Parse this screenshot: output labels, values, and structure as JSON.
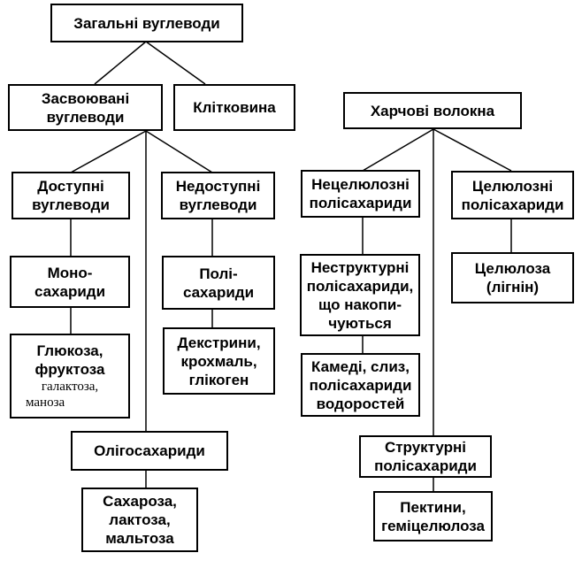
{
  "diagram": {
    "nodes": {
      "total": {
        "lines": [
          "Загальні вуглеводи"
        ]
      },
      "digestible": {
        "lines": [
          "Засвоювані",
          "вуглеводи"
        ]
      },
      "fiber": {
        "lines": [
          "Клітковина"
        ]
      },
      "food_fiber": {
        "lines": [
          "Харчові волокна"
        ]
      },
      "available": {
        "lines": [
          "Доступні",
          "вуглеводи"
        ]
      },
      "unavailable": {
        "lines": [
          "Недоступні",
          "вуглеводи"
        ]
      },
      "noncellulose": {
        "lines": [
          "Нецелюлозні",
          "полісахариди"
        ]
      },
      "cellulose_ps": {
        "lines": [
          "Целюлозні",
          "полісахариди"
        ]
      },
      "mono": {
        "lines": [
          "Моно-",
          "сахариди"
        ]
      },
      "poly": {
        "lines": [
          "Полі-",
          "сахариди"
        ]
      },
      "nonstructural": {
        "lines": [
          "Неструктурні",
          "полісахариди,",
          "що накопи-",
          "чуються"
        ]
      },
      "cellulose": {
        "lines": [
          "Целюлоза",
          "(лігнін)"
        ]
      },
      "glucose": {
        "lines": [
          "Глюкоза,",
          "фруктоза"
        ],
        "extra": [
          "галактоза,",
          "маноза"
        ]
      },
      "dextrins": {
        "lines": [
          "Декстрини,",
          "крохмаль,",
          "глікоген"
        ]
      },
      "gums": {
        "lines": [
          "Камеді, слиз,",
          "полісахариди",
          "водоростей"
        ]
      },
      "oligo": {
        "lines": [
          "Олігосахариди"
        ]
      },
      "structural": {
        "lines": [
          "Структурні",
          "полісахариди"
        ]
      },
      "sucrose": {
        "lines": [
          "Сахароза,",
          "лактоза,",
          "мальтоза"
        ]
      },
      "pectins": {
        "lines": [
          "Пектини,",
          "геміцелюлоза"
        ]
      }
    }
  }
}
